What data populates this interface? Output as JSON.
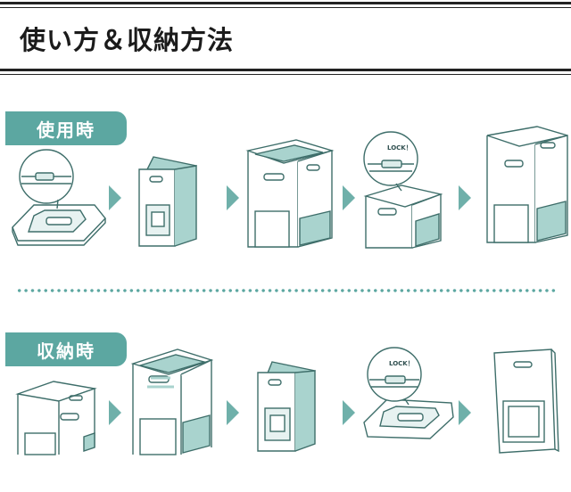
{
  "page": {
    "title": "使い方＆収納方法"
  },
  "sections": [
    {
      "label": "使用時"
    },
    {
      "label": "収納時"
    }
  ],
  "lock_label": "LOCK！",
  "colors": {
    "accent": "#5ca7a1",
    "line": "#3e6e6a",
    "mesh": "#a9d3ce",
    "rule": "#222222"
  }
}
